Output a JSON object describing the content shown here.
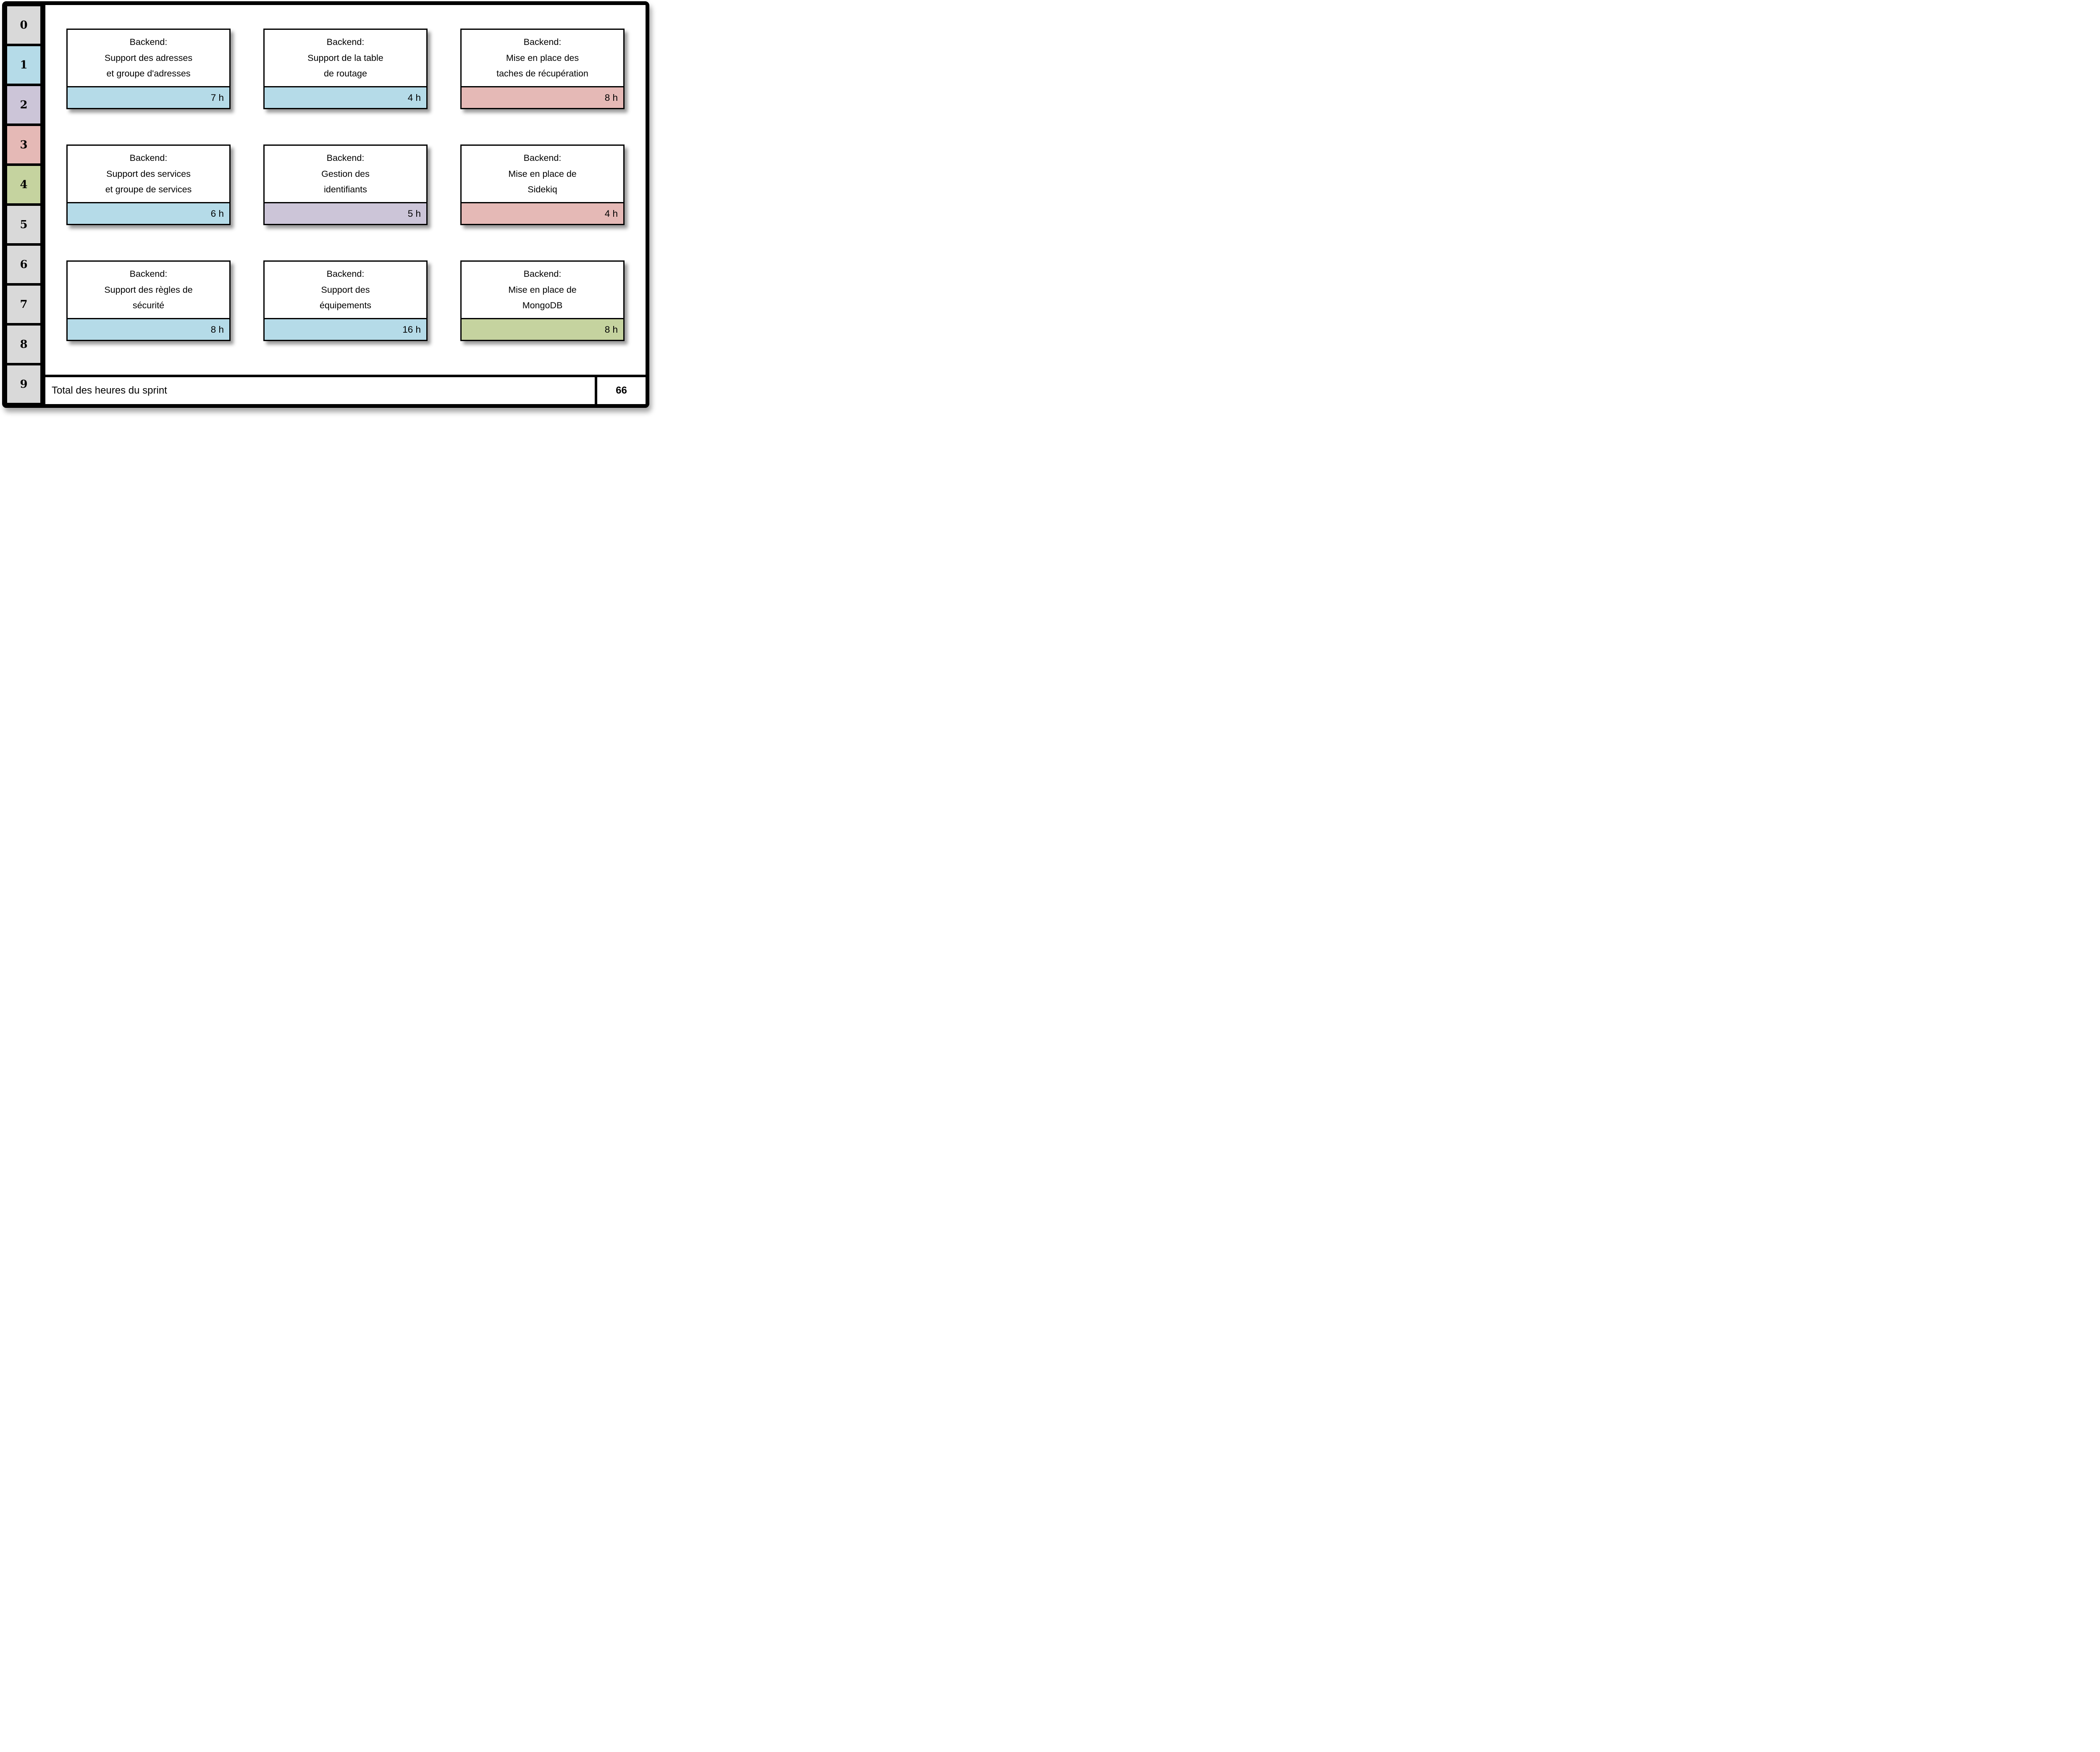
{
  "sidebar": {
    "cells": [
      {
        "label": "0",
        "color": "#d9d9d9"
      },
      {
        "label": "1",
        "color": "#b5dbe8"
      },
      {
        "label": "2",
        "color": "#ccc5d8"
      },
      {
        "label": "3",
        "color": "#e5b9b6"
      },
      {
        "label": "4",
        "color": "#c5d39f"
      },
      {
        "label": "5",
        "color": "#d9d9d9"
      },
      {
        "label": "6",
        "color": "#d9d9d9"
      },
      {
        "label": "7",
        "color": "#d9d9d9"
      },
      {
        "label": "8",
        "color": "#d9d9d9"
      },
      {
        "label": "9",
        "color": "#d9d9d9"
      }
    ]
  },
  "cards": [
    {
      "lines": [
        "Backend:",
        "Support des adresses",
        "et groupe d'adresses"
      ],
      "hours": "7 h",
      "color": "#b5dbe8"
    },
    {
      "lines": [
        "Backend:",
        "Support de la table",
        "de routage"
      ],
      "hours": "4 h",
      "color": "#b5dbe8"
    },
    {
      "lines": [
        "Backend:",
        "Mise en place des",
        "taches de récupération"
      ],
      "hours": "8 h",
      "color": "#e5b9b6"
    },
    {
      "lines": [
        "Backend:",
        "Support des services",
        "et groupe de services"
      ],
      "hours": "6 h",
      "color": "#b5dbe8"
    },
    {
      "lines": [
        "Backend:",
        "Gestion des",
        "identifiants"
      ],
      "hours": "5 h",
      "color": "#ccc5d8"
    },
    {
      "lines": [
        "Backend:",
        "Mise en place de",
        "Sidekiq"
      ],
      "hours": "4 h",
      "color": "#e5b9b6"
    },
    {
      "lines": [
        "Backend:",
        "Support des règles de",
        "sécurité"
      ],
      "hours": "8 h",
      "color": "#b5dbe8"
    },
    {
      "lines": [
        "Backend:",
        "Support des",
        "équipements"
      ],
      "hours": "16 h",
      "color": "#b5dbe8"
    },
    {
      "lines": [
        "Backend:",
        "Mise en place de",
        "MongoDB"
      ],
      "hours": "8 h",
      "color": "#c5d39f"
    }
  ],
  "footer": {
    "label": "Total des heures du sprint",
    "total": "66"
  }
}
